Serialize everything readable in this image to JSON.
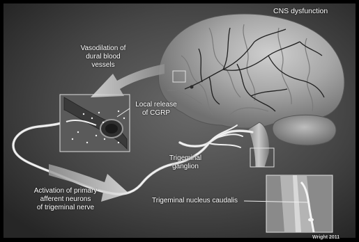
{
  "labels": {
    "cns": "CNS dysfunction",
    "vasodilation": [
      "Vasodilation of",
      "dural blood",
      "vessels"
    ],
    "cgrp": [
      "Local release",
      "of CGRP"
    ],
    "ganglion": [
      "Trigeminal",
      "ganglion"
    ],
    "activation": [
      "Activation of primary",
      "afferent neurons",
      "of trigeminal nerve"
    ],
    "nucleus": "Trigeminal nucleus caudalis",
    "copyright": "Wright 2011"
  },
  "colors": {
    "border": "#000000",
    "background": "#4a4a4a",
    "text": "#ffffff",
    "nerve": "#f2f2f2"
  }
}
